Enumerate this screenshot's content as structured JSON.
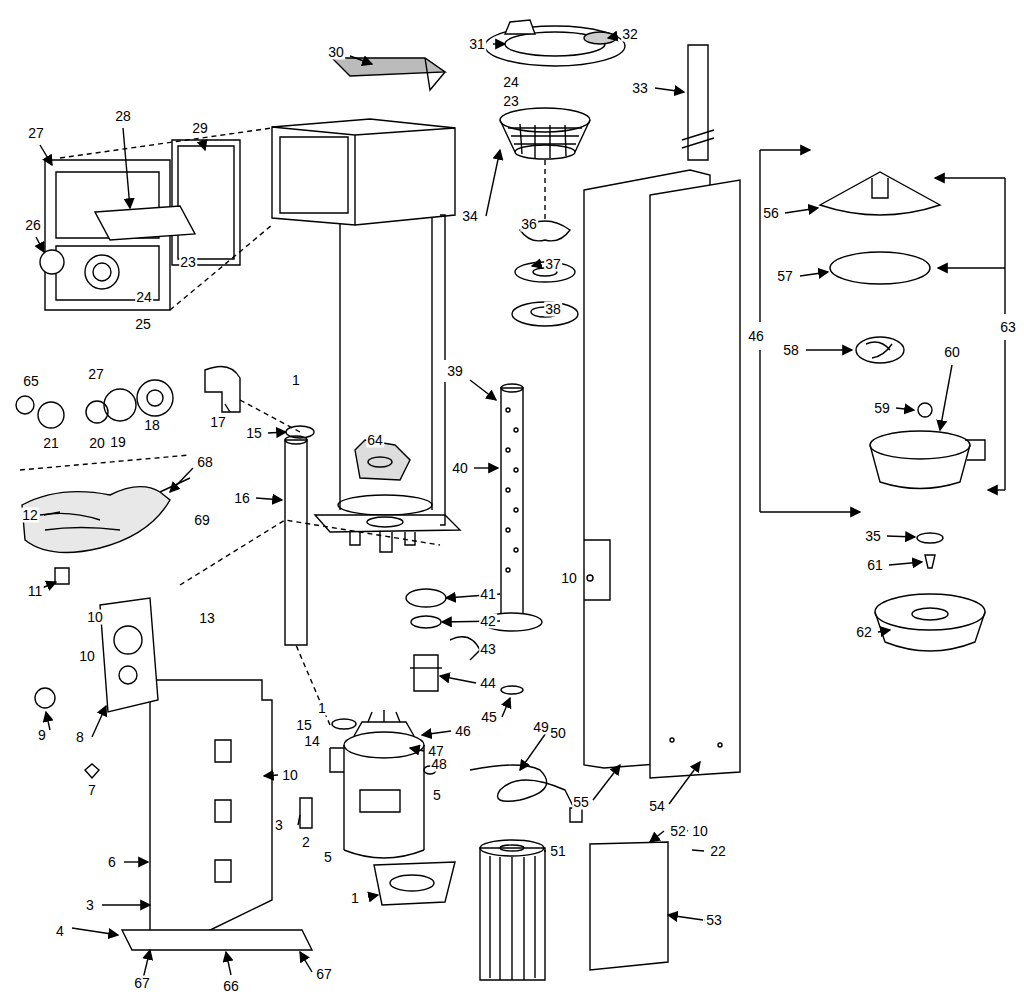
{
  "diagram": {
    "labels": [
      "30",
      "31",
      "32",
      "24",
      "23",
      "33",
      "27",
      "28",
      "29",
      "26",
      "34",
      "36",
      "37",
      "38",
      "56",
      "57",
      "46",
      "63",
      "58",
      "60",
      "23",
      "24",
      "25",
      "39",
      "59",
      "65",
      "27",
      "17",
      "1",
      "15",
      "21",
      "20",
      "19",
      "18",
      "64",
      "40",
      "16",
      "12",
      "35",
      "61",
      "10",
      "11",
      "41",
      "10",
      "13",
      "42",
      "62",
      "43",
      "10",
      "68",
      "69",
      "44",
      "45",
      "49",
      "9",
      "1",
      "15",
      "46",
      "50",
      "8",
      "14",
      "47",
      "48",
      "7",
      "10",
      "5",
      "55",
      "54",
      "3",
      "10",
      "2",
      "52",
      "22",
      "51",
      "5",
      "6",
      "1",
      "3",
      "53",
      "4",
      "67",
      "67",
      "66"
    ]
  }
}
